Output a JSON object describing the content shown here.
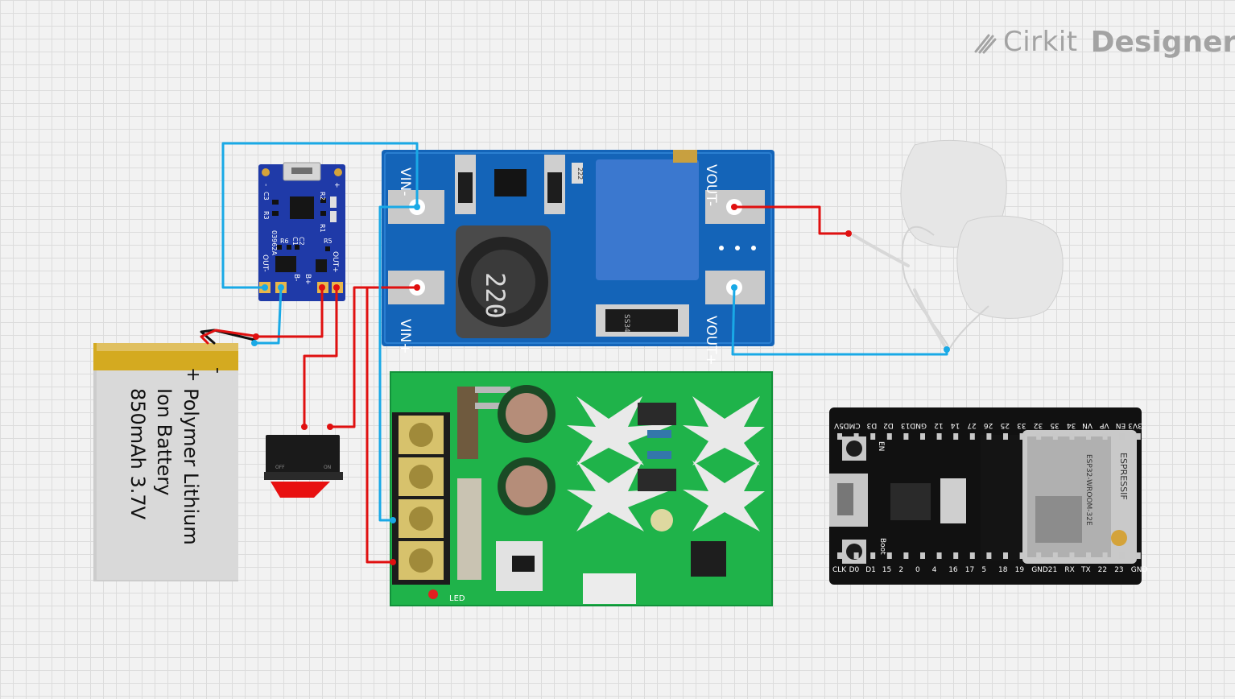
{
  "brand": {
    "name": "Cirkit",
    "product": "Designer"
  },
  "charger": {
    "chip": "03962A",
    "left_caps": [
      "C3",
      "R3"
    ],
    "right_labels": [
      "R2",
      "R1"
    ],
    "mid_labels": [
      "R6",
      "C1",
      "C2",
      "R5"
    ],
    "pins": [
      "OUT-",
      "B-",
      "B+",
      "OUT+"
    ],
    "corner_minus": "-",
    "corner_plus": "+"
  },
  "boost": {
    "vin_minus": "VIN-",
    "vin_plus": "VIN+",
    "vout_minus": "VOUT-",
    "vout_plus": "VOUT+",
    "inductor": "220",
    "diode": "SS34",
    "cap": "222"
  },
  "battery": {
    "line1": "Polymer Lithium",
    "line2": "Ion Battery",
    "line3": "850mAh 3.7V",
    "plus": "+",
    "minus": "-"
  },
  "switch": {
    "off": "OFF",
    "on": "ON"
  },
  "pwm": {
    "led": "LED"
  },
  "esp32": {
    "top_pins": [
      "5V",
      "CMD",
      "D3",
      "D2",
      "13",
      "GND",
      "12",
      "14",
      "27",
      "26",
      "25",
      "33",
      "32",
      "35",
      "34",
      "VN",
      "VP",
      "EN",
      "3V3"
    ],
    "bottom_pins": [
      "CLK",
      "D0",
      "D1",
      "15",
      "2",
      "0",
      "4",
      "16",
      "17",
      "5",
      "18",
      "19",
      "GND",
      "21",
      "RX",
      "TX",
      "22",
      "23",
      "GND"
    ],
    "en": "EN",
    "boot": "Boot",
    "module": "ESP32-WROOM-32E",
    "vendor": "ESPRESSIF"
  },
  "colors": {
    "wire_red": "#e01010",
    "wire_blue": "#19a9e6",
    "wire_black": "#111111"
  }
}
